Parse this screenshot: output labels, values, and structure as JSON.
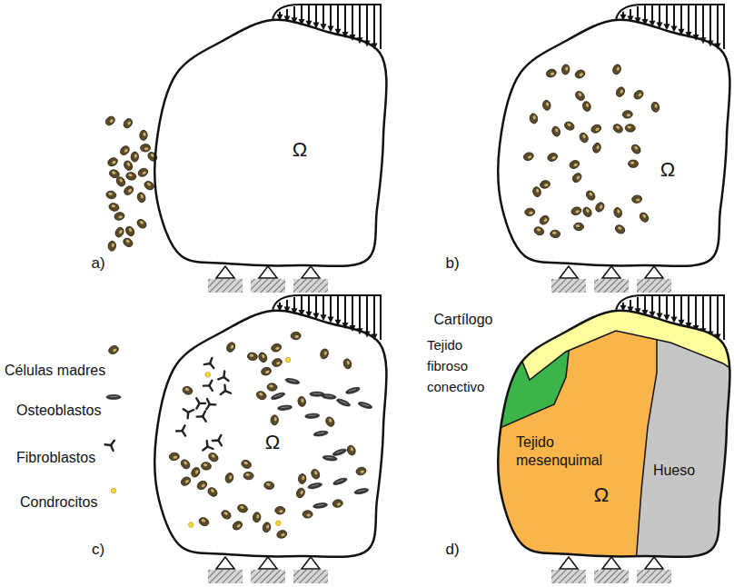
{
  "diagram": {
    "nodes": [
      {
        "text": [
          "Ω"
        ]
      },
      {
        "text": [
          "Ω"
        ]
      },
      {
        "text": [
          "Ω"
        ]
      },
      {
        "text": [
          "Cartílogo"
        ]
      },
      {
        "text": [
          "Tejido fibroso conectivo"
        ]
      },
      {
        "text": [
          "Tejido mesenquimal",
          "Ω"
        ]
      },
      {
        "text": [
          "Hueso"
        ]
      }
    ],
    "labels": [
      "a)",
      "b)",
      "c)",
      "d)"
    ],
    "legend": [
      {
        "text": "Células madres"
      },
      {
        "text": "Osteoblastos"
      },
      {
        "text": "Fibroblastos"
      },
      {
        "text": "Condrocitos"
      }
    ]
  }
}
